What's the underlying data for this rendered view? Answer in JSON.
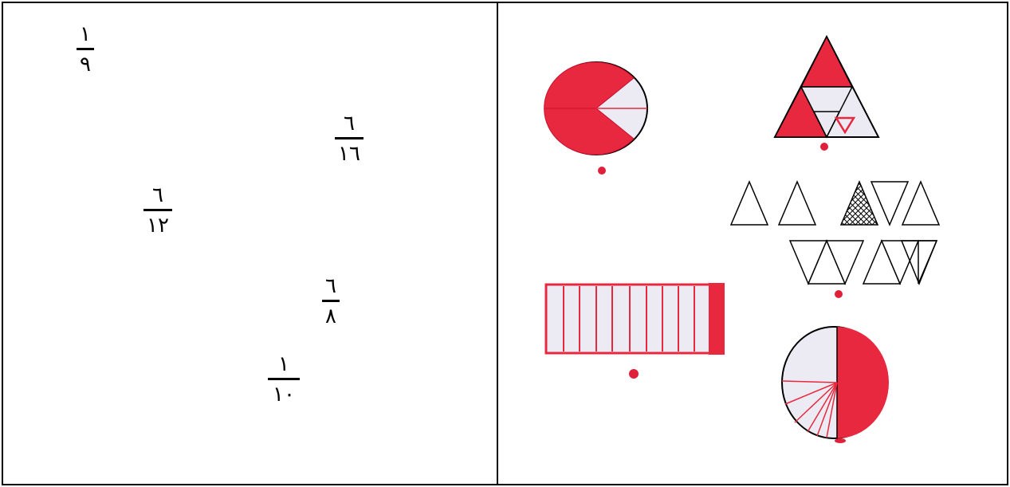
{
  "fractions": [
    {
      "numerator": "١",
      "denominator": "٩"
    },
    {
      "numerator": "٦",
      "denominator": "١٦"
    },
    {
      "numerator": "٦",
      "denominator": "١٢"
    },
    {
      "numerator": "٦",
      "denominator": "٨"
    },
    {
      "numerator": "١",
      "denominator": "١٠"
    }
  ],
  "colors": {
    "border": "#000000",
    "shade_red": "#e8283e",
    "light_fill": "#ecebf3",
    "dot_red": "#e0203a"
  },
  "drawings": [
    {
      "name": "circle-pie",
      "shaded_fraction": 0.75
    },
    {
      "name": "triangle-divided",
      "parts": 4
    },
    {
      "name": "triangle-row-set",
      "count": 12
    },
    {
      "name": "rectangle-strips",
      "strips": 10,
      "shaded": 1
    },
    {
      "name": "circle-halves",
      "shaded_fraction": 0.5
    }
  ]
}
